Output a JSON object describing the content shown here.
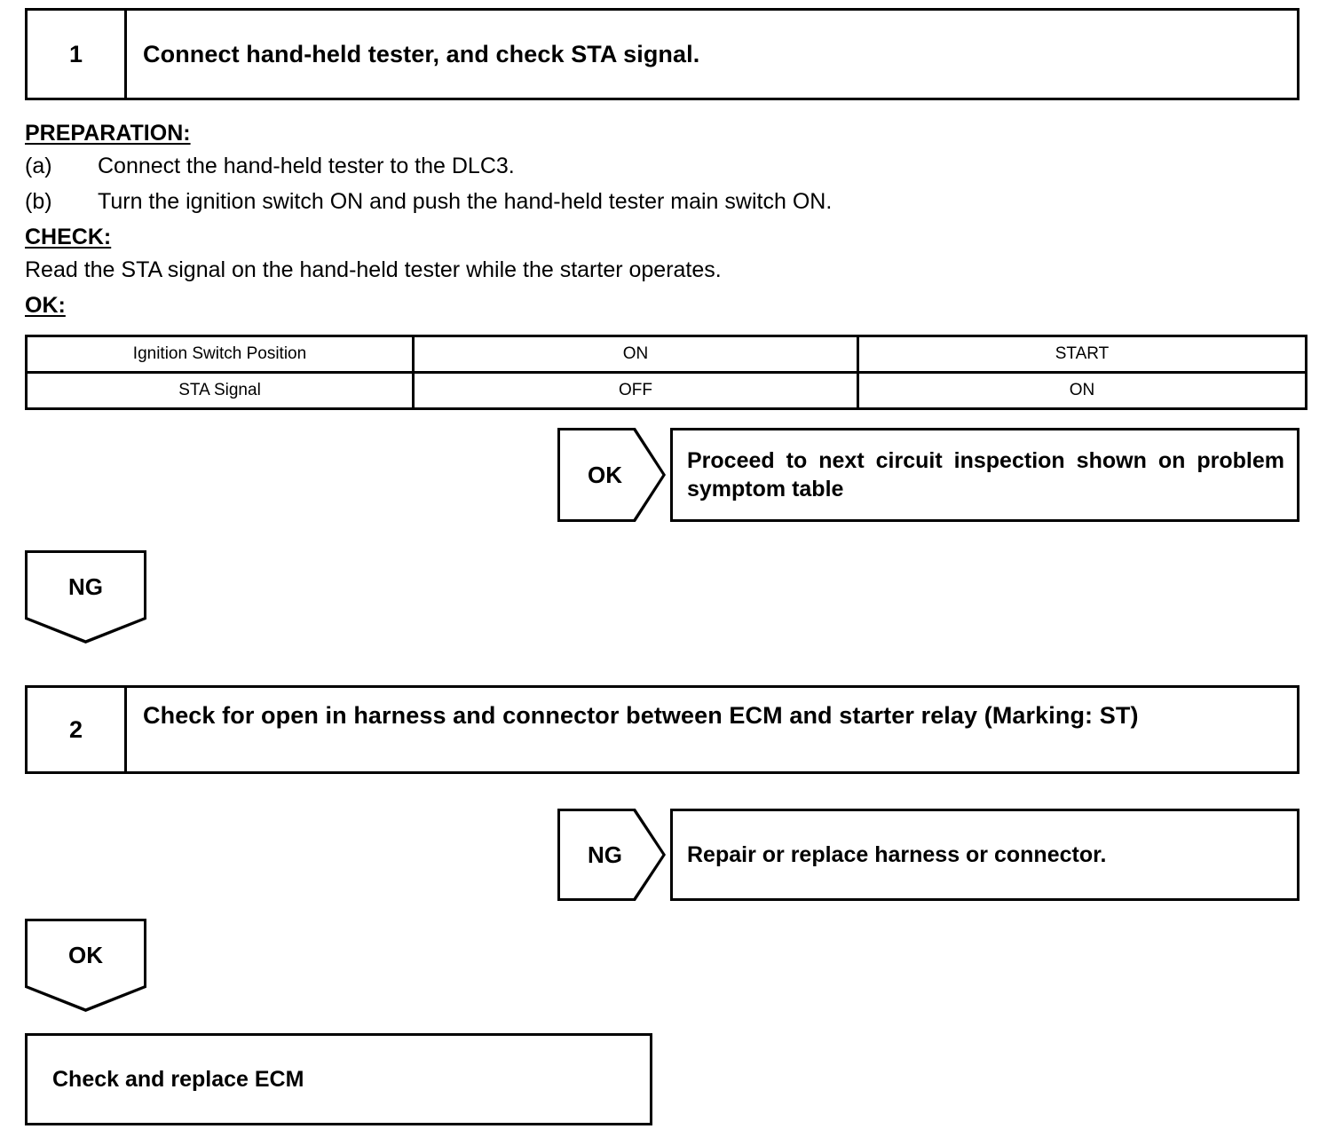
{
  "steps": [
    {
      "number": "1",
      "title": "Connect hand-held tester, and check STA signal."
    },
    {
      "number": "2",
      "title": "Check for open in harness and connector between ECM and starter relay (Marking: ST)"
    }
  ],
  "procedure": {
    "preparation_heading": "PREPARATION:",
    "preparation_items": [
      {
        "marker": "(a)",
        "text": "Connect the hand-held tester to the DLC3."
      },
      {
        "marker": "(b)",
        "text": "Turn the ignition switch ON and push the hand-held tester main switch ON."
      }
    ],
    "check_heading": "CHECK:",
    "check_text": "Read the STA signal on the hand-held tester while the starter operates.",
    "ok_heading": "OK:"
  },
  "spec_table": {
    "rows": [
      {
        "label": "Ignition Switch Position",
        "col1": "ON",
        "col2": "START"
      },
      {
        "label": "STA Signal",
        "col1": "OFF",
        "col2": "ON"
      }
    ]
  },
  "judgements": {
    "step1_ok": "OK",
    "step1_ng": "NG",
    "step2_ng": "NG",
    "step2_ok": "OK"
  },
  "outcomes": {
    "step1_ok_text": "Proceed to next circuit inspection shown on problem symptom table",
    "step2_ng_text": "Repair or replace harness or connector.",
    "final_text": "Check and replace ECM"
  },
  "colors": {
    "ink": "#000000",
    "page": "#ffffff"
  }
}
